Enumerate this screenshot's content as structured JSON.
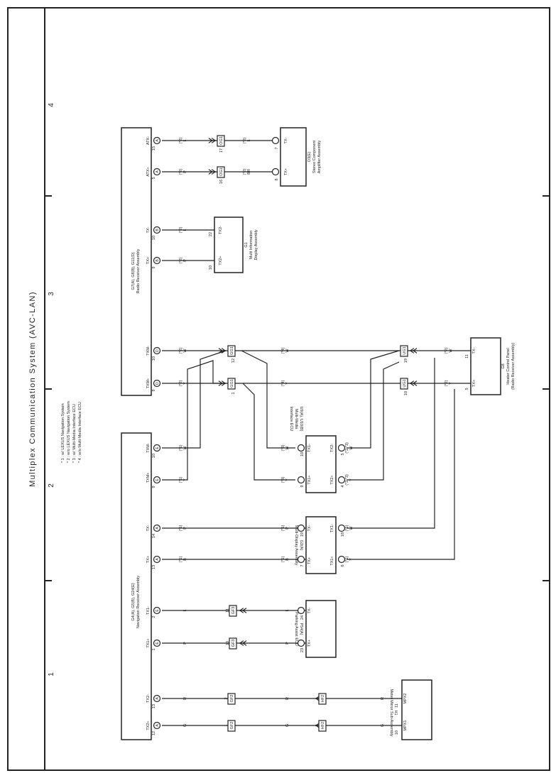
{
  "title": "Multiplex Communication System (AVC-LAN)",
  "sections": [
    "1",
    "2",
    "3",
    "4"
  ],
  "notes": [
    "* 1 : w/ LEXUS Navigation System",
    "* 2 : w/o LEXUS Navigation System",
    "* 3 : w/ Multi-Media Interface ECU",
    "* 4 : w/o Multi-Media Interface ECU"
  ],
  "components": {
    "nav": {
      "code": "G4(A), G5(B), G24(E)",
      "name": "Navigation Receiver Assembly"
    },
    "radio": {
      "code": "G7(A), G8(B), G11(D)",
      "name": "Radio Receiver Assembly"
    },
    "meter": {
      "code": "H1",
      "name": "Meter Mirror Sub-Assembly",
      "pin_a": "MPX1",
      "pin_b": "MPX2",
      "num_a": "10",
      "num_b": "11"
    },
    "park": {
      "code": "P54(A)",
      "name": "Parking Assist ECU",
      "pin_a": "TX+",
      "pin_b": "TX-",
      "num_a": "23",
      "num_b": "24"
    },
    "mdisp": {
      "code": "G2(A)",
      "name": "Multi-Display Assembly",
      "pin_a": "TX+",
      "pin_b": "TX-",
      "pin_c": "TX1+",
      "pin_d": "TX1-",
      "num_a": "7",
      "num_b": "19",
      "num_c": "6",
      "num_d": "18"
    },
    "mmi": {
      "code": "U9(A), U10(B)",
      "name1": "Multi-Media",
      "name2": "Interface ECU",
      "pin_a": "TX1+",
      "pin_b": "TX1-",
      "pin_c": "TX2+",
      "pin_d": "TX2-",
      "num_a": "9",
      "num_b": "10",
      "num_c": "4",
      "num_d": "5"
    },
    "heater": {
      "code": "G8",
      "name1": "Heater Control Panel",
      "name2": "(Radio Receiver Assembly)",
      "pin_a": "TX+",
      "pin_b": "TX-",
      "num_a": "5",
      "num_b": "11"
    },
    "mid": {
      "code": "G1",
      "name1": "Multi Information",
      "name2": "Display Assembly",
      "pin_a": "TX2+",
      "pin_b": "TX2-",
      "num_a": "10",
      "num_b": "22"
    },
    "stereo": {
      "code": "O3(E)",
      "name1": "Stereo Component",
      "name2": "Amplifier Assembly",
      "pin_a": "TX+",
      "pin_b": "TX-",
      "num_a": "8",
      "num_b": "7"
    }
  },
  "nav_pins": [
    {
      "label": "TX2+",
      "num": "12",
      "conn": "A"
    },
    {
      "label": "TX2-",
      "num": "13",
      "conn": "A"
    },
    {
      "label": "TX1+",
      "num": "1",
      "conn": "E"
    },
    {
      "label": "TX1-",
      "num": "2",
      "conn": "E"
    },
    {
      "label": "TX+",
      "num": "13",
      "conn": "A"
    },
    {
      "label": "TX-",
      "num": "14",
      "conn": "A"
    },
    {
      "label": "TXM+",
      "num": "9",
      "conn": "E"
    },
    {
      "label": "TXM-",
      "num": "10",
      "conn": "E"
    }
  ],
  "radio_pins": [
    {
      "label": "TXM+",
      "num": "9",
      "conn": "D"
    },
    {
      "label": "TXM-",
      "num": "10",
      "conn": "D"
    },
    {
      "label": "TX+",
      "num": "9",
      "conn": "B"
    },
    {
      "label": "TX-",
      "num": "10",
      "conn": "B"
    },
    {
      "label": "ATX+",
      "num": "5",
      "conn": "A"
    },
    {
      "label": "ATX-",
      "num": "15",
      "conn": "A"
    }
  ],
  "wires": {
    "g": "G",
    "r": "R",
    "p": "P",
    "l": "L",
    "b": "B",
    "y": "Y",
    "w": "W",
    "br": "BR",
    "n1": "(*1)",
    "n2": "(*2)",
    "n3": "(*3)",
    "n4": "(*4)",
    "n23": "(*2 *3)"
  },
  "junctions": {
    "gf2": "GF2",
    "hf2": "HF2",
    "gf3": "GF3",
    "gg1": "GG1",
    "ug1": "UG1",
    "og1": "OG1",
    "n1": "1",
    "n2": "2",
    "n10": "10",
    "n11": "11",
    "n12": "12",
    "n16": "16",
    "n17": "17",
    "n19": "19"
  }
}
